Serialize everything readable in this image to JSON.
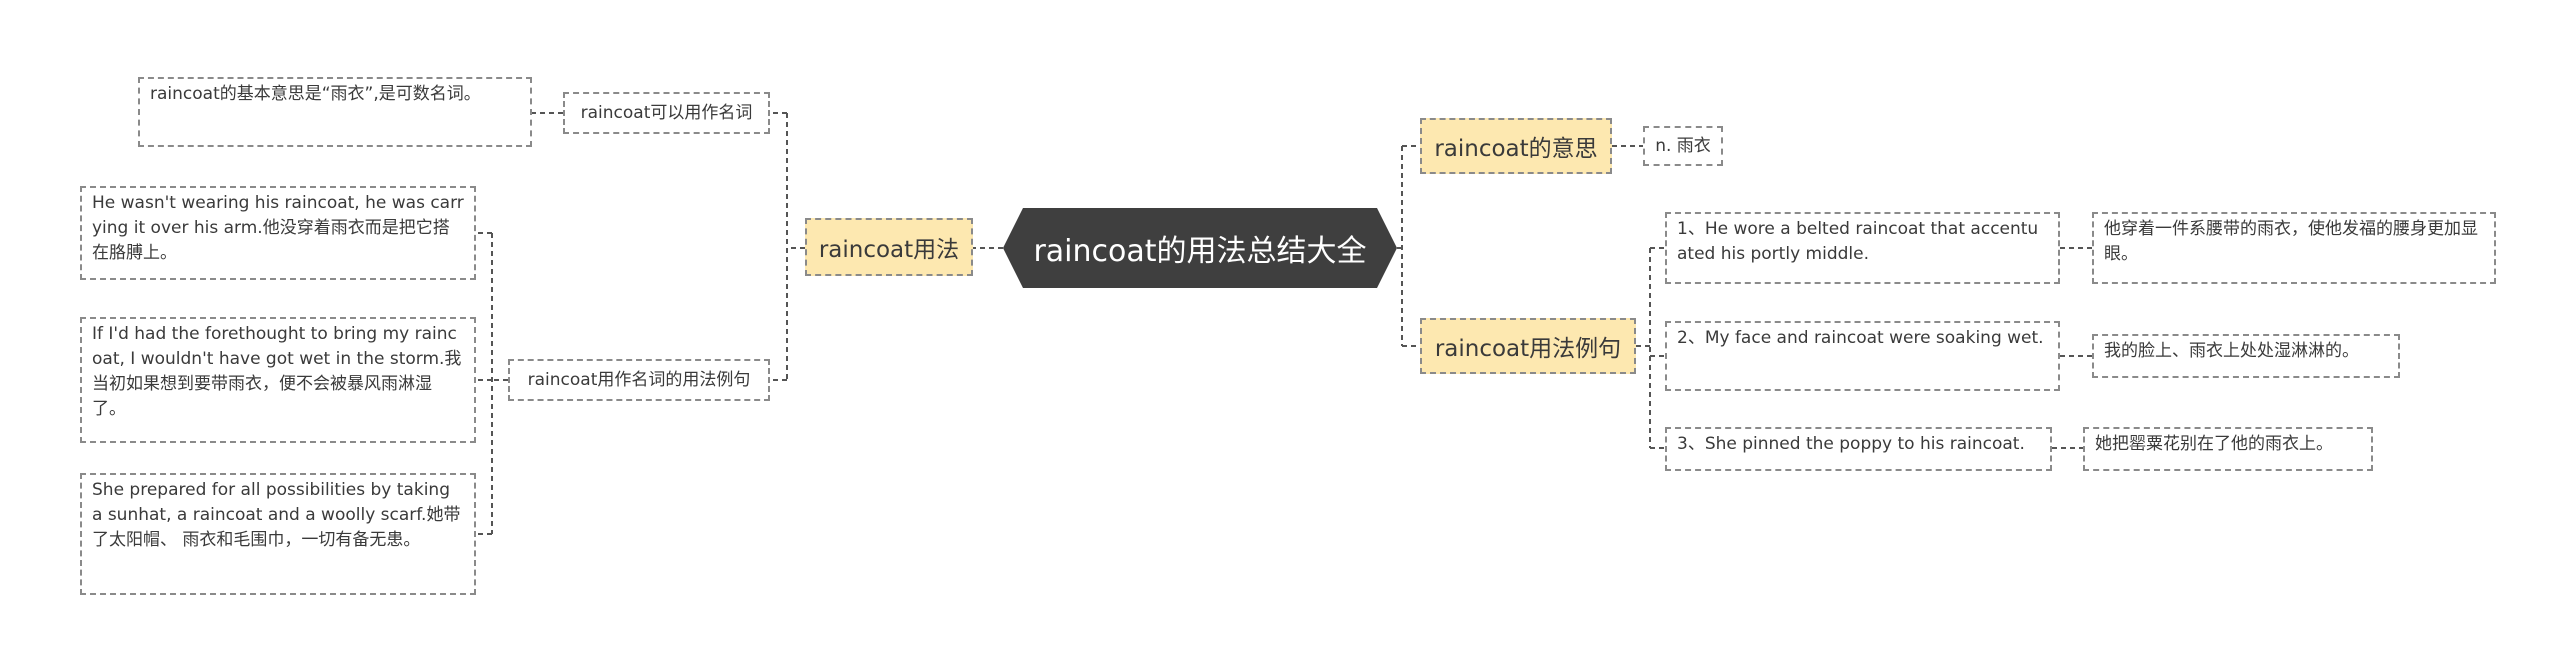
{
  "central": {
    "title": "raincoat的用法总结大全"
  },
  "left": {
    "branch": {
      "label": "raincoat用法"
    },
    "noun_use": {
      "label": "raincoat可以用作名词",
      "leaf": "raincoat的基本意思是“雨衣”,是可数名词。"
    },
    "noun_examples": {
      "label": "raincoat用作名词的用法例句",
      "leaves": [
        "He wasn't wearing his raincoat, he was carrying it over his arm.他没穿着雨衣而是把它搭在胳膊上。",
        "If I'd had the forethought to bring my raincoat, I wouldn't have got wet in the storm.我当初如果想到要带雨衣，便不会被暴风雨淋湿了。",
        "She prepared for all possibilities by taking a sunhat, a raincoat and a woolly scarf.她带了太阳帽、 雨衣和毛围巾，一切有备无患。"
      ]
    }
  },
  "right": {
    "meaning": {
      "label": "raincoat的意思",
      "leaf": "n. 雨衣"
    },
    "examples": {
      "label": "raincoat用法例句",
      "items": [
        {
          "en": "1、He wore a belted raincoat that accentuated his portly middle.",
          "zh": "他穿着一件系腰带的雨衣，使他发福的腰身更加显眼。"
        },
        {
          "en": "2、My face and raincoat were soaking wet.",
          "zh": "我的脸上、雨衣上处处湿淋淋的。"
        },
        {
          "en": "3、She pinned the poppy to his raincoat.",
          "zh": "她把罂粟花别在了他的雨衣上。"
        }
      ]
    }
  },
  "colors": {
    "central_fill": "#3f3f3f",
    "branch_fill": "#fde8b0",
    "line": "#555555",
    "dash_border": "#8a8a8a"
  }
}
